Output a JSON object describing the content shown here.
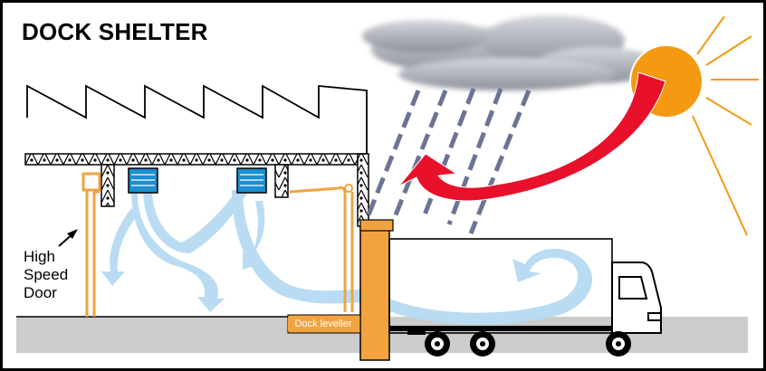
{
  "title": "DOCK SHELTER",
  "labels": {
    "door_line1": "High",
    "door_line2": "Speed",
    "door_line3": "Door",
    "leveller": "Dock leveller"
  },
  "colors": {
    "frame": "#000000",
    "air_flow": "#b9dcf2",
    "warm_flow": "#e8102a",
    "sun": "#f39a12",
    "rain": "#6c7395",
    "cloud": "#9fa3ad",
    "shelter": "#f2a340",
    "door": "#f2a340",
    "fan_blue": "#1b8fd1",
    "ground": "#cccccc"
  }
}
